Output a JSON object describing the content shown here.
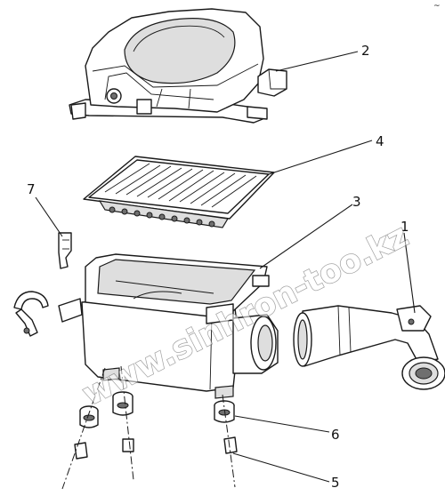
{
  "diagram": {
    "callouts": {
      "air_hose": "1",
      "air_filter_cover": "2",
      "air_filter_housing": "3",
      "filter_element": "4",
      "mounting_bolt": "5",
      "rubber_grommet": "6",
      "retaining_clip": "7"
    },
    "watermark": "www.sinhron-too.kz",
    "corner_mark": "~"
  }
}
